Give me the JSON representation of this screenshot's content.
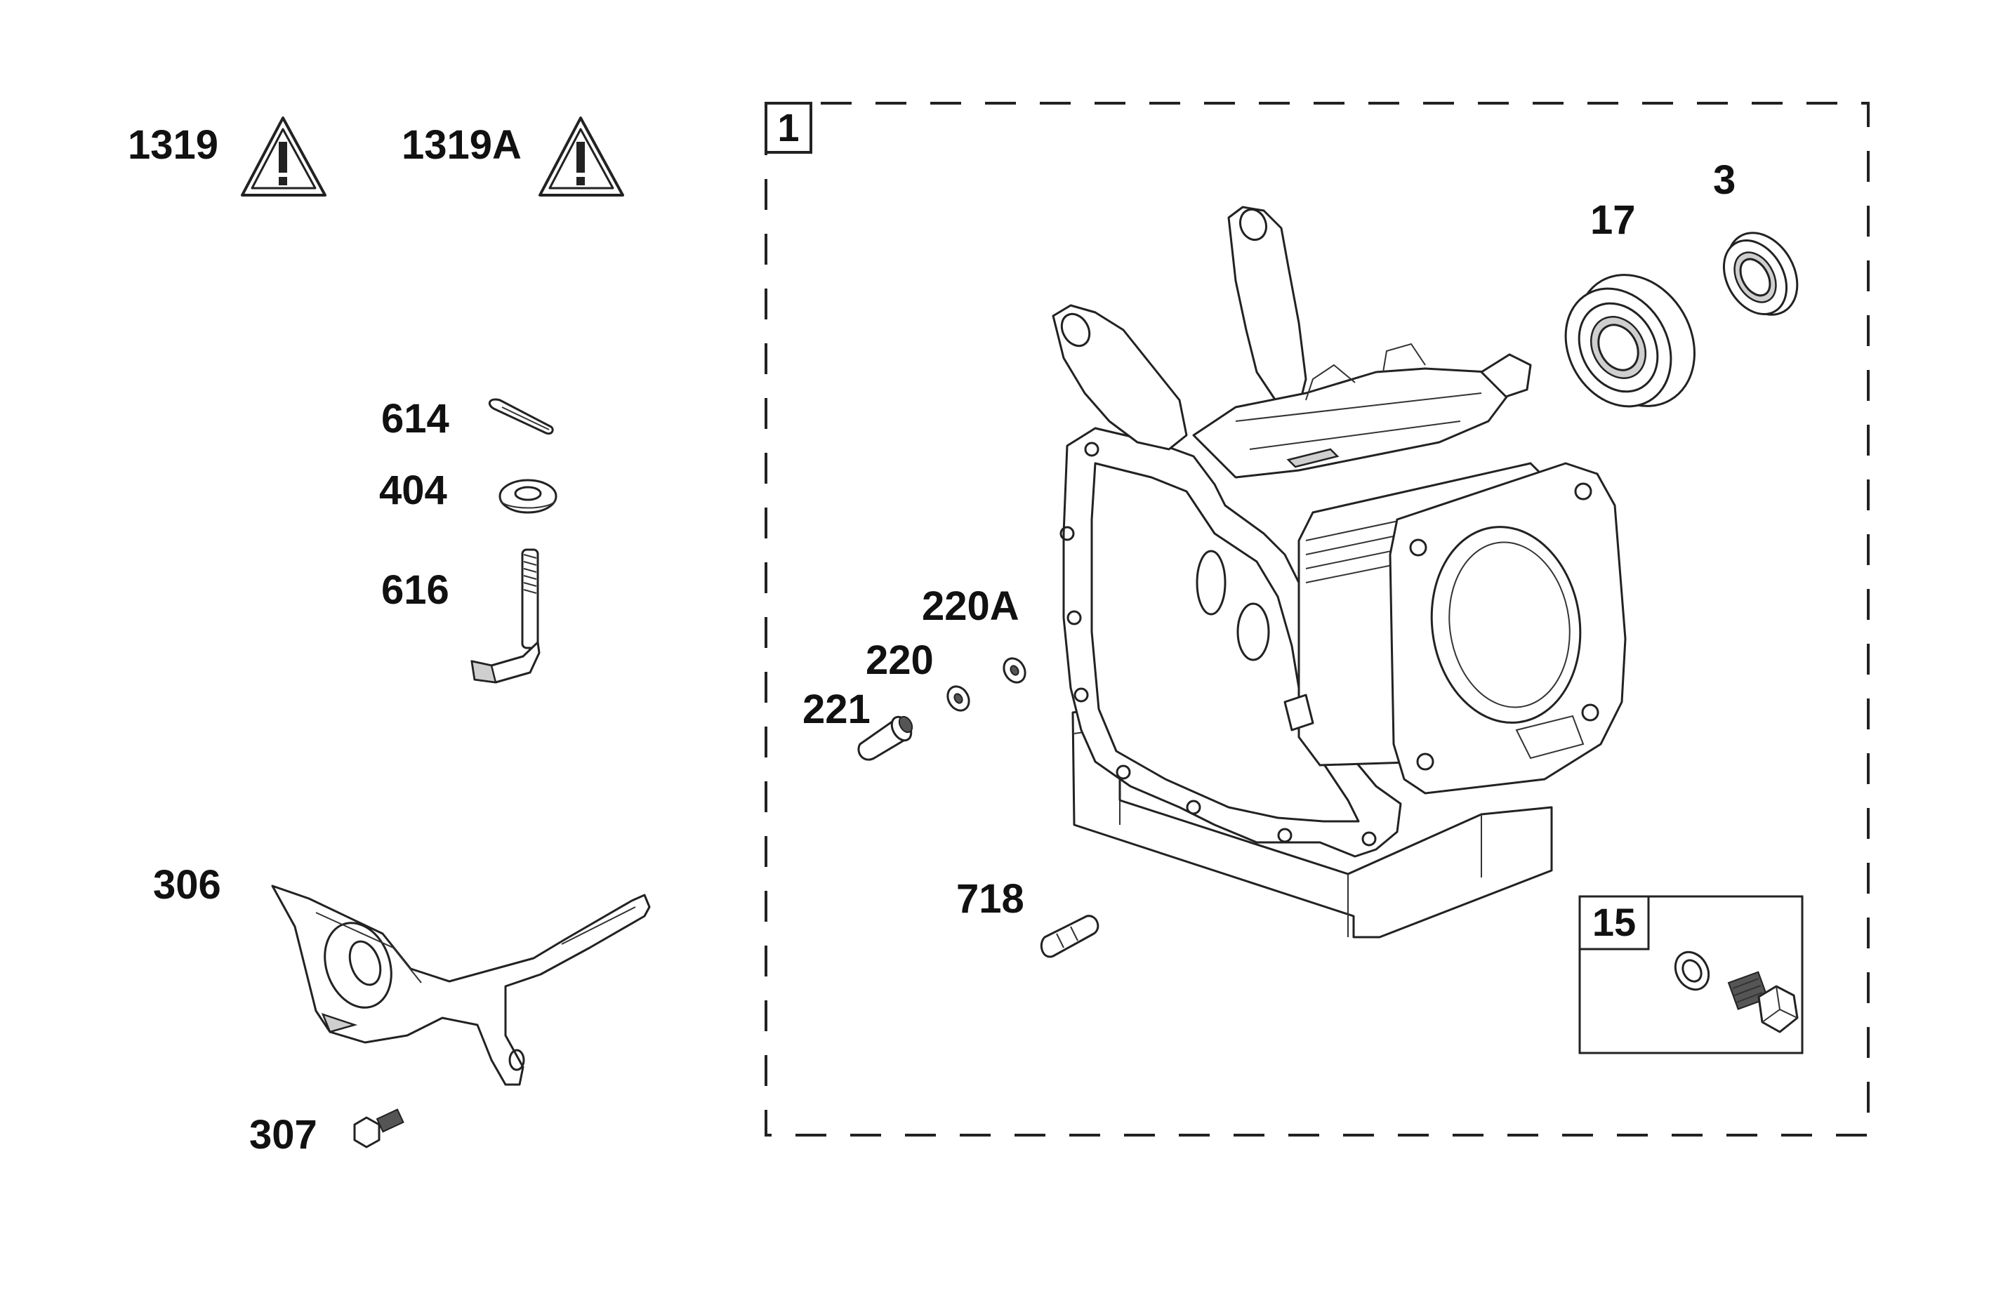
{
  "callouts": {
    "c1319": "1319",
    "c1319a": "1319A",
    "c614": "614",
    "c404": "404",
    "c616": "616",
    "c306": "306",
    "c307": "307",
    "c1": "1",
    "c17": "17",
    "c3": "3",
    "c220a": "220A",
    "c220": "220",
    "c221": "221",
    "c718": "718",
    "c15": "15"
  },
  "icons": {
    "warning_a": "warning-triangle-icon",
    "warning_b": "warning-triangle-icon"
  }
}
